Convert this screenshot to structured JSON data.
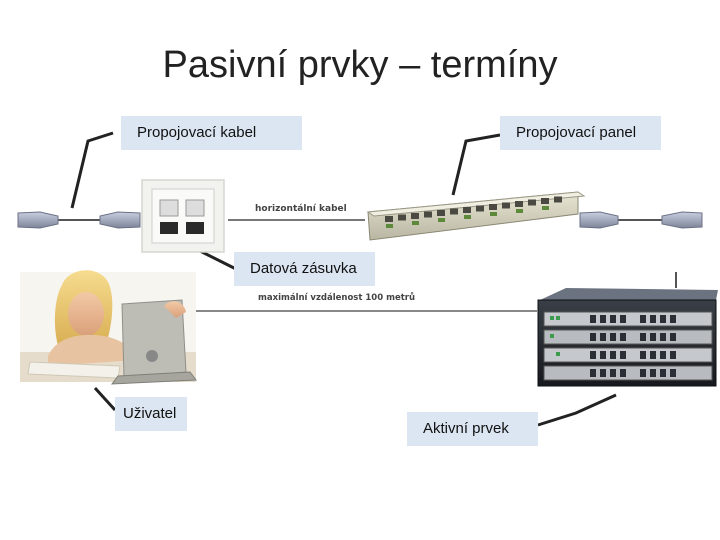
{
  "title": "Pasivní prvky – termíny",
  "labels": {
    "patch_cable": "Propojovací kabel",
    "patch_panel": "Propojovací panel",
    "wall_outlet": "Datová zásuvka",
    "user": "Uživatel",
    "active_device": "Aktivní prvek"
  },
  "cables": {
    "horizontal": "horizontální kabel",
    "max_distance": "maximální vzdálenost 100 metrů"
  },
  "colors": {
    "label_bg": "#dce6f2",
    "connector_line": "#222222",
    "cable_line": "#666666"
  }
}
